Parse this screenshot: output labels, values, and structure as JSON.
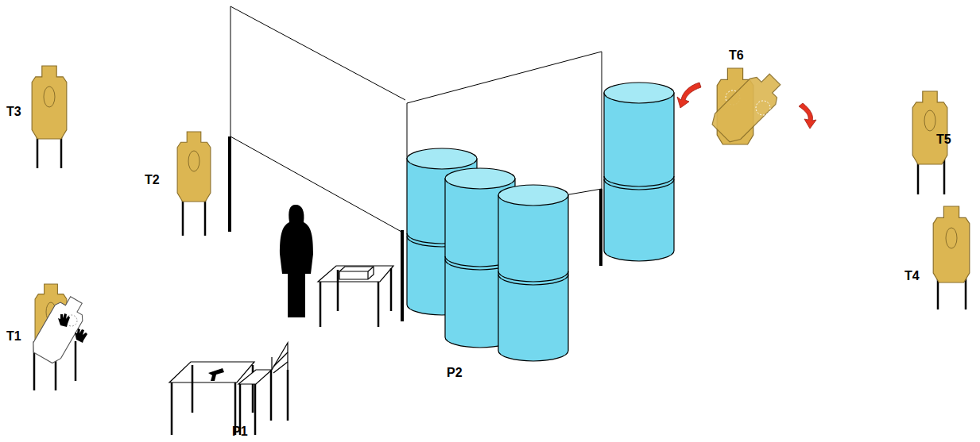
{
  "diagram": {
    "labels": [
      "T3",
      "T2",
      "T1",
      "T6",
      "T5",
      "T4",
      "P2",
      "P1"
    ]
  }
}
